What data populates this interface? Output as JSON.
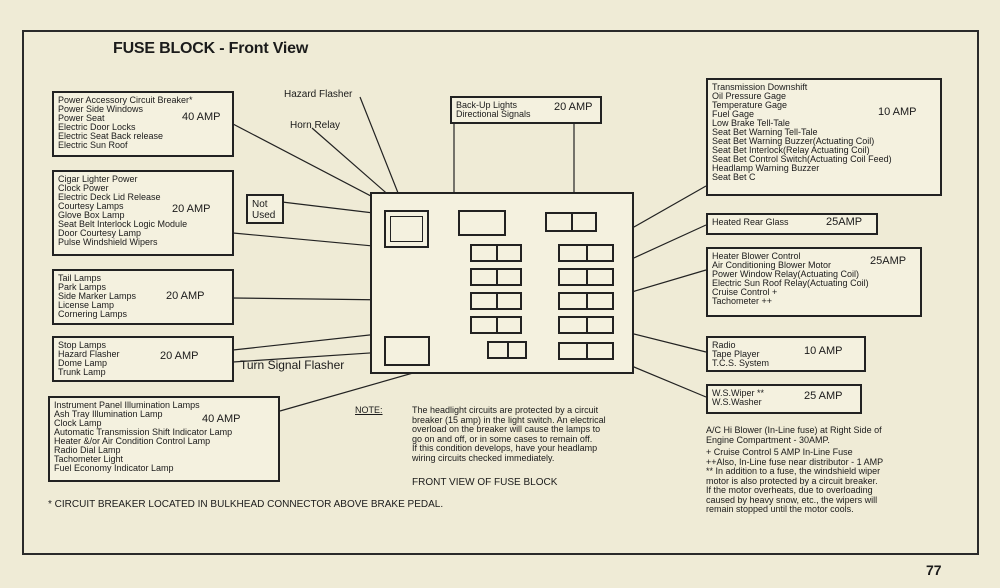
{
  "title": "FUSE BLOCK - Front View",
  "callouts": {
    "hazard_flasher": "Hazard Flasher",
    "horn_relay": "Horn Relay",
    "not_used": "Not Used",
    "turn_signal_flasher": "Turn Signal Flasher"
  },
  "left_boxes": [
    {
      "items": [
        "Power Accessory Circuit Breaker*",
        "Power Side Windows",
        "Power Seat",
        "Electric Door Locks",
        "Electric Seat Back release",
        "Electric Sun Roof"
      ],
      "amp": "40 AMP"
    },
    {
      "items": [
        "Cigar Lighter Power",
        "Clock Power",
        "Electric Deck Lid Release",
        "Courtesy Lamps",
        "Glove Box Lamp",
        "Seat Belt Interlock Logic Module",
        "Door Courtesy Lamp",
        "Pulse Windshield Wipers"
      ],
      "amp": "20 AMP"
    },
    {
      "items": [
        "Tail Lamps",
        "Park Lamps",
        "Side Marker Lamps",
        "License Lamp",
        "Cornering Lamps"
      ],
      "amp": "20 AMP"
    },
    {
      "items": [
        "Stop Lamps",
        "Hazard Flasher",
        "Dome Lamp",
        "Trunk Lamp"
      ],
      "amp": "20 AMP"
    },
    {
      "items": [
        "Instrument Panel Illumination Lamps",
        "Ash Tray Illumination Lamp",
        "Clock Lamp",
        "Automatic Transmission Shift Indicator Lamp",
        "Heater &/or Air Condition Control Lamp",
        "Radio Dial Lamp",
        "Tachometer Light",
        "Fuel Economy Indicator Lamp"
      ],
      "amp": "40 AMP"
    }
  ],
  "center_box": {
    "items": [
      "Back-Up Lights",
      "Directional Signals"
    ],
    "amp": "20 AMP"
  },
  "right_boxes": [
    {
      "items": [
        "Transmission Downshift",
        "Oil Pressure Gage",
        "Temperature Gage",
        "Fuel Gage",
        "Low Brake Tell-Tale",
        "Seat Bet Warning Tell-Tale",
        "Seat Bet Warning Buzzer(Actuating Coil)",
        "Seat Bet Interlock(Relay Actuating Coil)",
        "Seat Bet Control Switch(Actuating Coil Feed)",
        "Headlamp Warning Buzzer",
        "Seat Bet C"
      ],
      "amp": "10 AMP"
    },
    {
      "items": [
        "Heated Rear Glass"
      ],
      "amp": "25AMP"
    },
    {
      "items": [
        "Heater Blower Control",
        "Air Conditioning Blower Motor",
        "Power Window Relay(Actuating Coil)",
        "Electric Sun Roof Relay(Actuating Coil)",
        "Cruise Control +",
        "Tachometer ++"
      ],
      "amp": "25AMP"
    },
    {
      "items": [
        "Radio",
        "Tape Player",
        "T.C.S. System"
      ],
      "amp": "10 AMP"
    },
    {
      "items": [
        "W.S.Wiper **",
        "W.S.Washer"
      ],
      "amp": "25 AMP"
    }
  ],
  "note": {
    "label": "NOTE:",
    "lines": [
      "The headlight circuits are protected by a circuit",
      "breaker (15 amp) in the light switch.  An electrical",
      "overload on the breaker will cause the lamps to",
      "go on and off, or in some cases to remain off.",
      "If this condition develops, have your headlamp",
      "wiring circuits checked immediately."
    ],
    "caption": "FRONT VIEW OF FUSE BLOCK"
  },
  "right_notes": [
    "A/C Hi Blower (In-Line fuse) at Right Side of",
    "Engine Compartment - 30AMP.",
    "+ Cruise Control 5 AMP In-Line Fuse",
    "++Also, In-Line fuse near distributor - 1 AMP",
    "** In addition to a fuse, the windshield wiper",
    "motor is also protected by a circuit breaker.",
    "If the motor overheats, due to overloading",
    "caused by heavy snow, etc., the wipers will",
    "remain stopped until the motor cools."
  ],
  "footnote": "* CIRCUIT BREAKER LOCATED IN BULKHEAD CONNECTOR ABOVE BRAKE PEDAL.",
  "page_number": "77"
}
